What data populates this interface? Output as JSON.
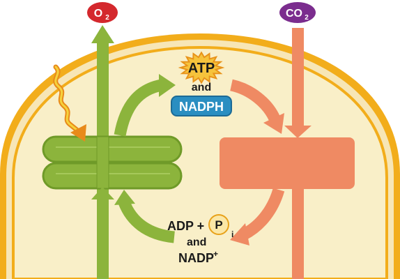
{
  "colors": {
    "chloroplast_outer": "#f2ad1b",
    "chloroplast_inner": "#f7e6b6",
    "chloroplast_fill": "#f9efc8",
    "green": "#8cb43c",
    "green_dark": "#6f9a28",
    "orange": "#ef8a63",
    "o2_badge": "#d4282d",
    "co2_badge": "#7b2d8e",
    "nadph_badge": "#2a8ec1",
    "atp_star": "#f6c33c",
    "pi_circle": "#fbe7a6"
  },
  "labels": {
    "o2": "O",
    "o2_sub": "2",
    "co2": "CO",
    "co2_sub": "2",
    "atp": "ATP",
    "and_top": "and",
    "nadph": "NADPH",
    "adp": "ADP +",
    "pi": "P",
    "pi_sub": "i",
    "and_bottom": "and",
    "nadp": "NADP",
    "nadp_sup": "+"
  },
  "icons": {
    "light": "lightning-bolt-icon"
  }
}
